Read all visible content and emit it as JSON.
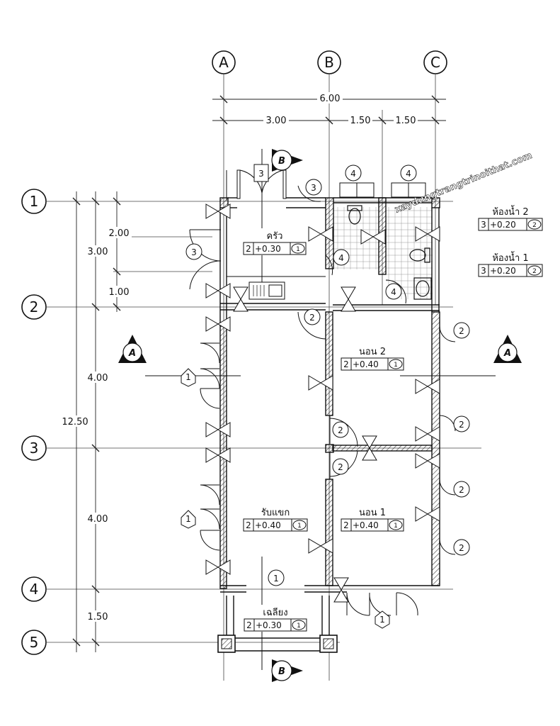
{
  "grid": {
    "columns": [
      "A",
      "B",
      "C"
    ],
    "rows": [
      "1",
      "2",
      "3",
      "4",
      "5"
    ]
  },
  "dimensions": {
    "total_width": "6.00",
    "col_spans": [
      "3.00",
      "1.50",
      "1.50"
    ],
    "total_length": "12.50",
    "row_spans": [
      "3.00",
      "4.00",
      "4.00",
      "1.50"
    ],
    "sub_spans": [
      "2.00",
      "1.00"
    ]
  },
  "rooms": [
    {
      "name": "ครัว",
      "code": "2",
      "level": "+0.30",
      "floor": "1"
    },
    {
      "name": "ห้องน้ำ 2",
      "code": "3",
      "level": "+0.20",
      "floor": "2"
    },
    {
      "name": "ห้องน้ำ 1",
      "code": "3",
      "level": "+0.20",
      "floor": "2"
    },
    {
      "name": "นอน 2",
      "code": "2",
      "level": "+0.40",
      "floor": "1"
    },
    {
      "name": "รับแขก",
      "code": "2",
      "level": "+0.40",
      "floor": "1"
    },
    {
      "name": "นอน 1",
      "code": "2",
      "level": "+0.40",
      "floor": "1"
    },
    {
      "name": "เฉลียง",
      "code": "2",
      "level": "+0.30",
      "floor": "1"
    }
  ],
  "section_marks": {
    "a": "A",
    "b": "B"
  },
  "door_tags": [
    "1",
    "2",
    "3",
    "4"
  ],
  "watermark": "xaydungtrangtrinoithat.com"
}
